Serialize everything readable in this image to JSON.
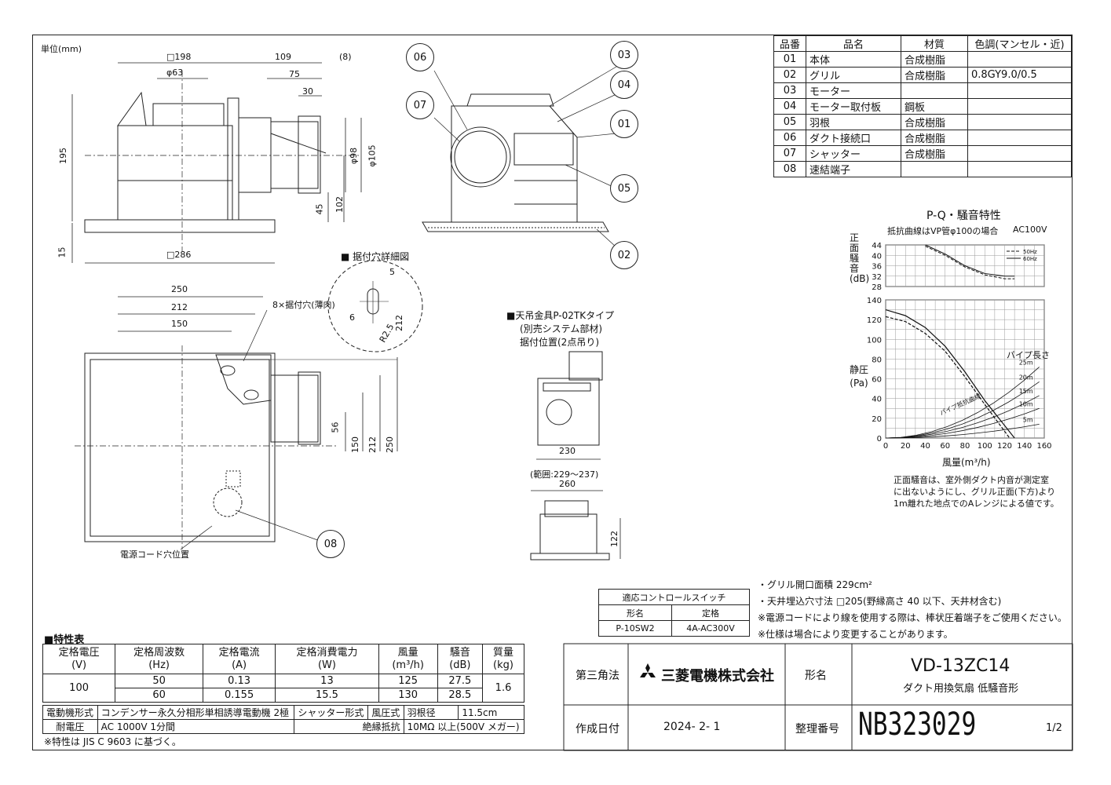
{
  "unit_label": "単位(mm)",
  "top_view": {
    "dims": {
      "square198": "□198",
      "phi63": "φ63",
      "d109": "109",
      "d8": "(8)",
      "d75": "75",
      "d30": "30",
      "d195": "195",
      "phi98": "φ98",
      "phi105": "φ105",
      "d102": "102",
      "d45": "45",
      "d15": "15",
      "square286": "□286"
    }
  },
  "callouts": [
    "01",
    "02",
    "03",
    "04",
    "05",
    "06",
    "07",
    "08"
  ],
  "hole_detail": {
    "title": "■ 据付穴詳細図",
    "d5": "5",
    "d6": "6",
    "r25": "R2.5",
    "d212": "212"
  },
  "bottom_view": {
    "d250": "250",
    "d212": "212",
    "d150": "150",
    "holes": "8×据付穴(薄肉)",
    "v56": "56",
    "v150": "150",
    "v212": "212",
    "v250": "250",
    "cord": "電源コード穴位置"
  },
  "hanger": {
    "title": "■天吊金具P-02TKタイプ",
    "sub1": "(別売システム部材)",
    "sub2": "据付位置(2点吊り)",
    "w230": "230",
    "range": "(範囲:229〜237)",
    "w260": "260",
    "h122": "122"
  },
  "parts_table": {
    "headers": [
      "品番",
      "品名",
      "材質",
      "色調(マンセル・近)"
    ],
    "rows": [
      [
        "01",
        "本体",
        "合成樹脂",
        ""
      ],
      [
        "02",
        "グリル",
        "合成樹脂",
        "0.8GY9.0/0.5"
      ],
      [
        "03",
        "モーター",
        "",
        ""
      ],
      [
        "04",
        "モーター取付板",
        "鋼板",
        ""
      ],
      [
        "05",
        "羽根",
        "合成樹脂",
        ""
      ],
      [
        "06",
        "ダクト接続口",
        "合成樹脂",
        ""
      ],
      [
        "07",
        "シャッター",
        "合成樹脂",
        ""
      ],
      [
        "08",
        "速結端子",
        "",
        ""
      ]
    ]
  },
  "chart_data": [
    {
      "type": "line",
      "title": "P-Q・騒音特性",
      "subtitle": "抵抗曲線はVP管φ100の場合",
      "power": "AC100V",
      "ylabel": "正面騒音(dB)",
      "xlim": [
        0,
        160
      ],
      "ylim": [
        28,
        44
      ],
      "yticks": [
        "44",
        "40",
        "36",
        "32",
        "28"
      ],
      "legend": [
        "50Hz",
        "60Hz"
      ],
      "legend_position": "top-right",
      "series": [
        {
          "name": "50Hz",
          "x": [
            40,
            60,
            80,
            100,
            120,
            130
          ],
          "y": [
            43.5,
            40,
            35.5,
            32.5,
            31,
            31
          ]
        },
        {
          "name": "60Hz",
          "x": [
            40,
            60,
            80,
            100,
            120,
            130
          ],
          "y": [
            44,
            40.5,
            36,
            33,
            32,
            32
          ]
        }
      ]
    },
    {
      "type": "line",
      "ylabel": "静圧(Pa)",
      "xlabel": "風量(m³/h)",
      "xlim": [
        0,
        160
      ],
      "ylim": [
        0,
        140
      ],
      "xticks": [
        "0",
        "20",
        "40",
        "60",
        "80",
        "100",
        "120",
        "140",
        "160"
      ],
      "yticks": [
        "140",
        "120",
        "100",
        "80",
        "60",
        "40",
        "20",
        "0"
      ],
      "pipe_label": "パイプ長さ",
      "resistance_label": "パイプ抵抗曲線",
      "series": [
        {
          "name": "50Hz",
          "x": [
            0,
            20,
            40,
            60,
            80,
            100,
            125
          ],
          "y": [
            123,
            118,
            106,
            88,
            62,
            34,
            0
          ]
        },
        {
          "name": "60Hz",
          "x": [
            0,
            20,
            40,
            60,
            80,
            100,
            130
          ],
          "y": [
            130,
            124,
            112,
            93,
            67,
            38,
            0
          ]
        }
      ],
      "resistance": [
        {
          "name": "25m",
          "end": [
            155,
            72
          ]
        },
        {
          "name": "20m",
          "end": [
            155,
            57
          ]
        },
        {
          "name": "15m",
          "end": [
            155,
            43
          ]
        },
        {
          "name": "10m",
          "end": [
            155,
            30
          ]
        },
        {
          "name": "5m",
          "end": [
            155,
            14
          ]
        }
      ],
      "note": [
        "正面騒音は、室外側ダクト内音が測定室",
        "に出ないようにし、グリル正面(下方)より",
        "1m離れた地点でのAレンジによる値です。"
      ]
    }
  ],
  "control_switch": {
    "title": "適応コントロールスイッチ",
    "h1": "形名",
    "h2": "定格",
    "v1": "P-10SW2",
    "v2": "4A-AC300V"
  },
  "notes": [
    "・グリル開口面積 229cm²",
    "・天井埋込穴寸法 □205(野縁高さ 40 以下、天井材含む)",
    "※電源コードにより線を使用する際は、棒状圧着端子をご使用ください。",
    "※仕様は場合により変更することがあります。"
  ],
  "spec": {
    "title": "■特性表",
    "headers": [
      [
        "定格電圧",
        "(V)"
      ],
      [
        "定格周波数",
        "(Hz)"
      ],
      [
        "定格電流",
        "(A)"
      ],
      [
        "定格消費電力",
        "(W)"
      ],
      [
        "風量",
        "(m³/h)"
      ],
      [
        "騒音",
        "(dB)"
      ],
      [
        "質量",
        "(kg)"
      ]
    ],
    "voltage": "100",
    "rows": [
      [
        "50",
        "0.13",
        "13",
        "125",
        "27.5"
      ],
      [
        "60",
        "0.155",
        "15.5",
        "130",
        "28.5"
      ]
    ],
    "mass": "1.6",
    "motor_label": "電動機形式",
    "motor": "コンデンサー永久分相形単相誘導電動機 2極",
    "shutter_label": "シャッター形式",
    "shutter": "風圧式",
    "blade_label": "羽根径",
    "blade": "11.5cm",
    "withstand_label": "耐電圧",
    "withstand": "AC 1000V 1分間",
    "insul_label": "絶縁抵抗",
    "insul": "10MΩ 以上(500V メガー)",
    "footnote": "※特性は JIS C 9603 に基づく。"
  },
  "title_block": {
    "projection": "第三角法",
    "company": "三菱電機株式会社",
    "model_label": "形名",
    "model": "VD-13ZC14",
    "desc": "ダクト用換気扇 低騒音形",
    "date_label": "作成日付",
    "date": "2024- 2- 1",
    "doc_label": "整理番号",
    "doc_no": "NB323029",
    "page": "1/2"
  }
}
